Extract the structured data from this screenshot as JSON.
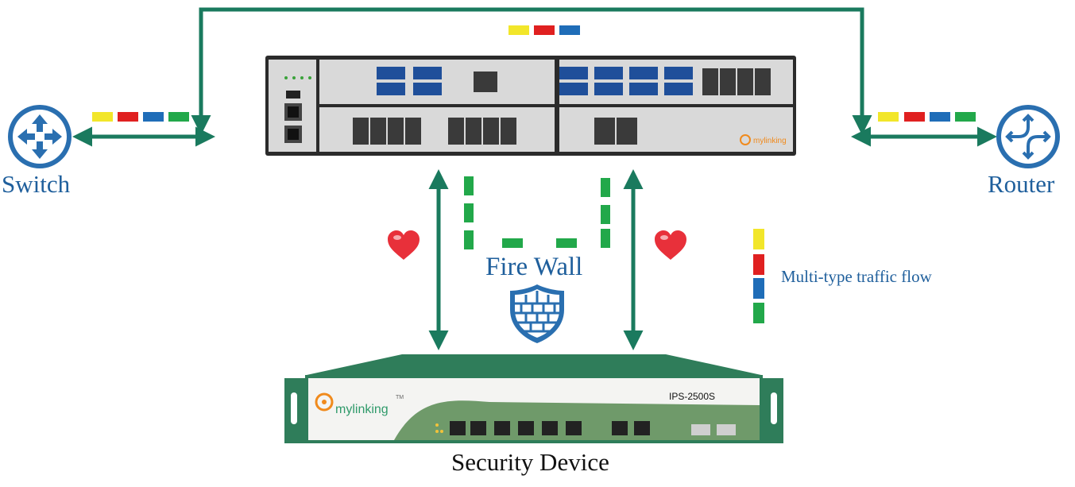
{
  "labels": {
    "switch": "Switch",
    "router": "Router",
    "firewall": "Fire Wall",
    "security_device": "Security Device",
    "legend": "Multi-type traffic flow",
    "model": "IPS-2500S",
    "brand": "mylinking",
    "tm": "TM"
  },
  "colors": {
    "line": "#1a7a5e",
    "yellow": "#f2e62a",
    "red": "#e02020",
    "blue": "#1f6db8",
    "green": "#22a84a",
    "label": "#1f5f9c",
    "heart": "#e8303a"
  },
  "legend_colors": [
    "yellow",
    "red",
    "blue",
    "green"
  ],
  "icons": [
    "switch-icon",
    "router-icon",
    "heart-icon",
    "firewall-shield-icon",
    "mylinking-logo-icon"
  ]
}
